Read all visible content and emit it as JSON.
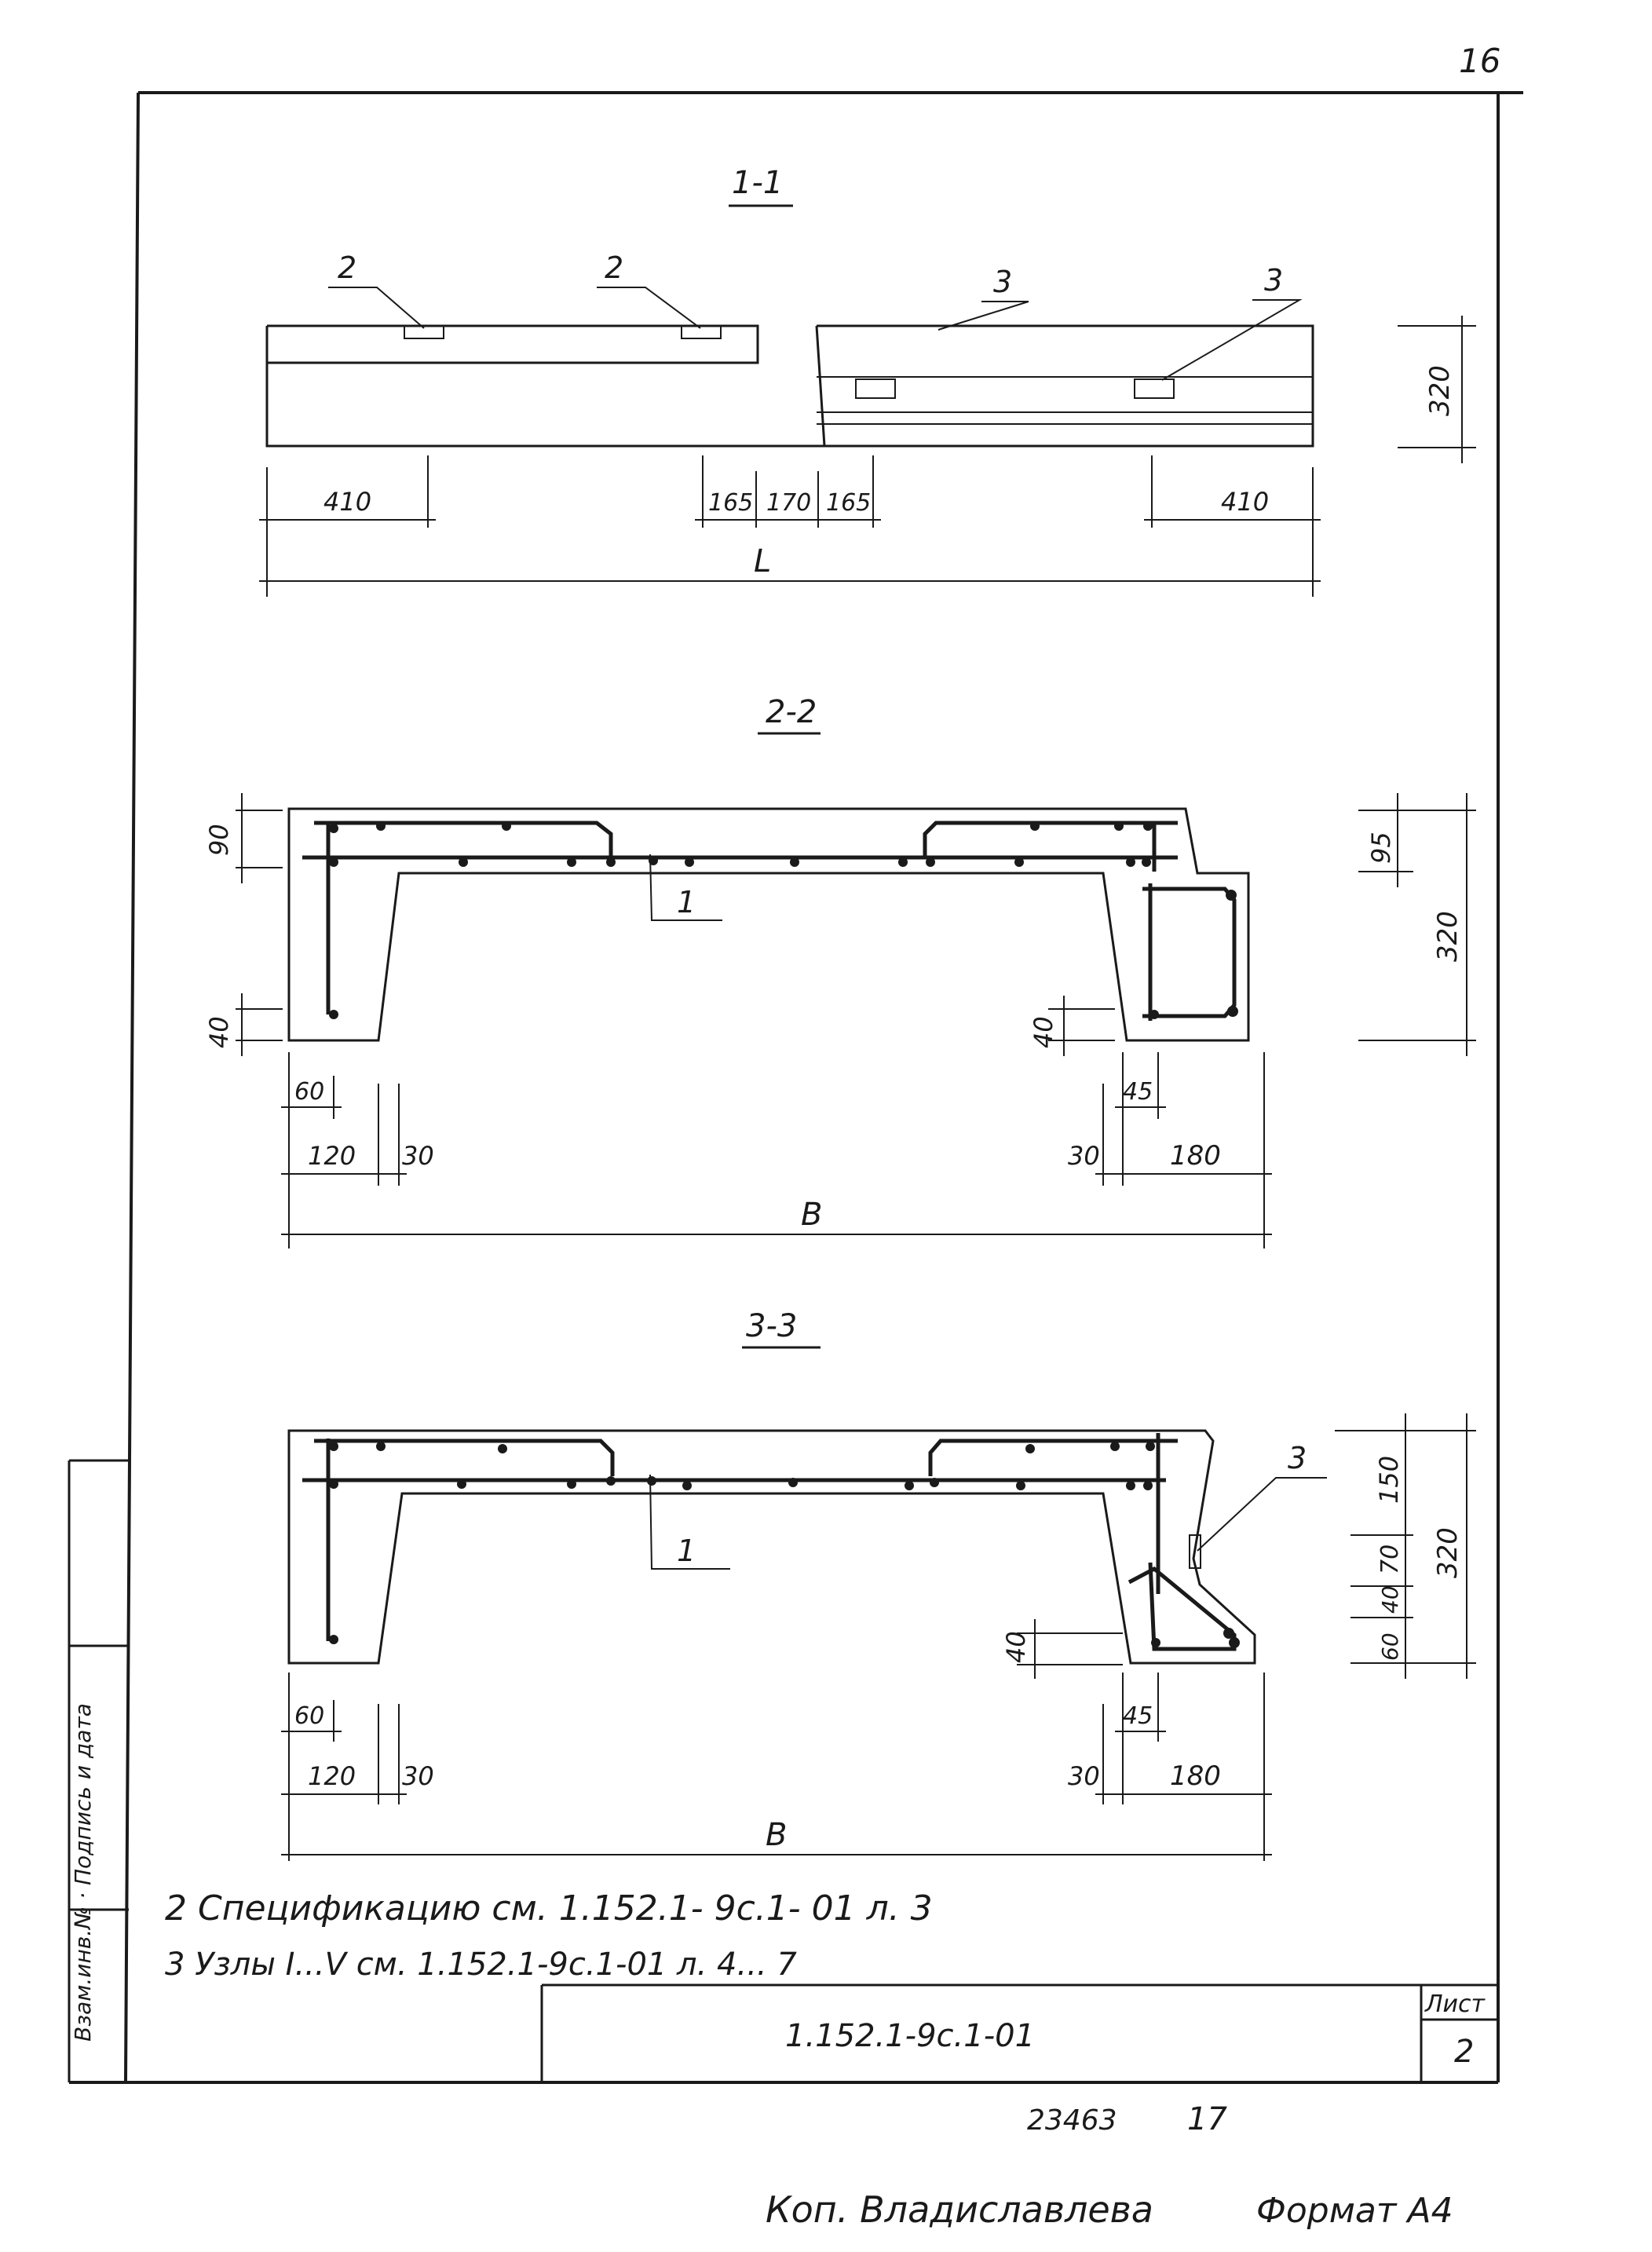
{
  "sheet": {
    "page_number": "16",
    "stamp_number": "23463",
    "stamp_number_2": "17",
    "copyist": "Коп. Владиславлева",
    "format": "Формат А4",
    "left_margin_label": "Взам.инв.№ · Подпись и дата"
  },
  "section_1": {
    "title": "1-1",
    "callouts": [
      "2",
      "2",
      "3",
      "3"
    ],
    "height_dim": "320",
    "dims": [
      "410",
      "165",
      "170",
      "165",
      "410"
    ],
    "overall_dim": "L"
  },
  "section_2": {
    "title": "2-2",
    "callout": "1",
    "left_dims": [
      "90",
      "40"
    ],
    "right_dims": [
      "95",
      "320"
    ],
    "inner_dim": "40",
    "bottom_dims": [
      "60",
      "120",
      "30",
      "45",
      "30",
      "180"
    ],
    "overall_dim": "B"
  },
  "section_3": {
    "title": "3-3",
    "callouts": [
      "1",
      "3"
    ],
    "inner_dim": "40",
    "right_dims": [
      "150",
      "70",
      "40",
      "60",
      "320"
    ],
    "bottom_dims": [
      "60",
      "120",
      "30",
      "45",
      "30",
      "180"
    ],
    "overall_dim": "B"
  },
  "notes": [
    "2  Спецификацию   см.  1.152.1- 9с.1-  01  л. 3",
    "3  Узлы I...V см.  1.152.1-9с.1-01 л. 4... 7"
  ],
  "title_block": {
    "designation": "1.152.1-9с.1-01",
    "sheet_label": "Лист",
    "sheet_number": "2"
  }
}
